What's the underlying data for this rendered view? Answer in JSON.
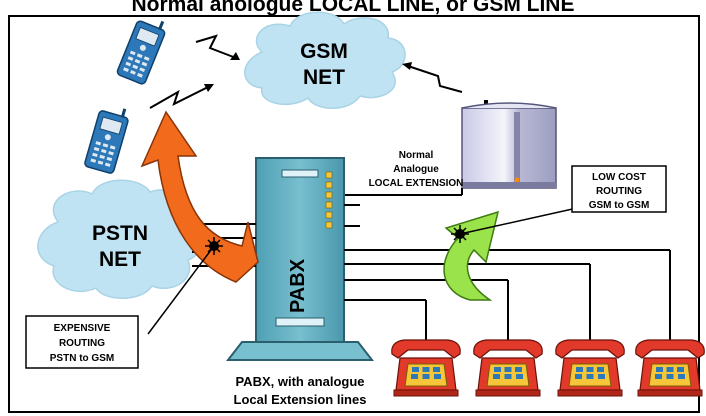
{
  "header": {
    "text": "Normal anologue LOCAL LINE, or GSM LINE"
  },
  "clouds": {
    "gsm_line1": "GSM",
    "gsm_line2": "NET",
    "pstn_line1": "PSTN",
    "pstn_line2": "NET"
  },
  "pabx": {
    "label": "PABX",
    "caption_line1": "PABX, with analogue",
    "caption_line2": "Local Extension lines"
  },
  "normal_extension": {
    "line1": "Normal",
    "line2": "Analogue",
    "line3": "LOCAL EXTENSION"
  },
  "low_cost_box": {
    "line1": "LOW COST",
    "line2": "ROUTING",
    "line3": "GSM to GSM"
  },
  "expensive_box": {
    "line1": "EXPENSIVE",
    "line2": "ROUTING",
    "line3": "PSTN to GSM"
  },
  "colors": {
    "cloud": "#bfe3f2",
    "pabx": "#6fb7c9",
    "orange_arrow": "#f26b1d",
    "green_arrow": "#9be34a",
    "phone_red": "#e23a2a",
    "phone_yellow": "#f5c63a",
    "mobile_blue": "#2c78b8"
  },
  "icons": {
    "mobile_phone": "mobile-phone-icon",
    "desk_phone": "desk-phone-icon",
    "gsm_gateway": "gsm-gateway-icon",
    "lightning": "signal-bolt-icon",
    "connection_spark": "spark-icon"
  }
}
